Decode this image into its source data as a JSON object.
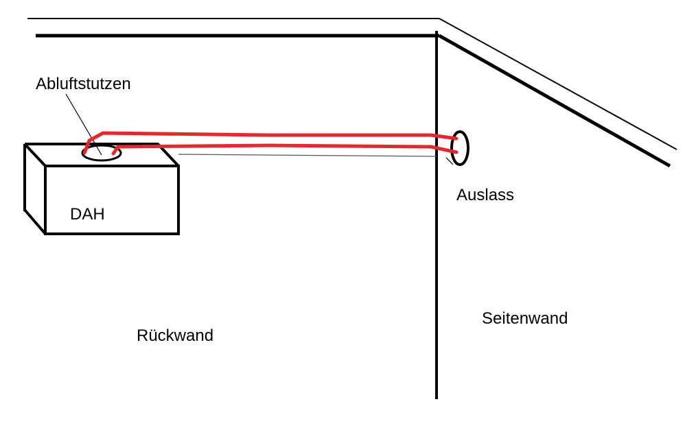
{
  "labels": {
    "exhaust_stub": "Abluftstutzen",
    "device": "DAH",
    "outlet": "Auslass",
    "back_wall": "Rückwand",
    "side_wall": "Seitenwand"
  },
  "colors": {
    "lines": "#000000",
    "duct": "#e8262b",
    "background": "#ffffff"
  }
}
